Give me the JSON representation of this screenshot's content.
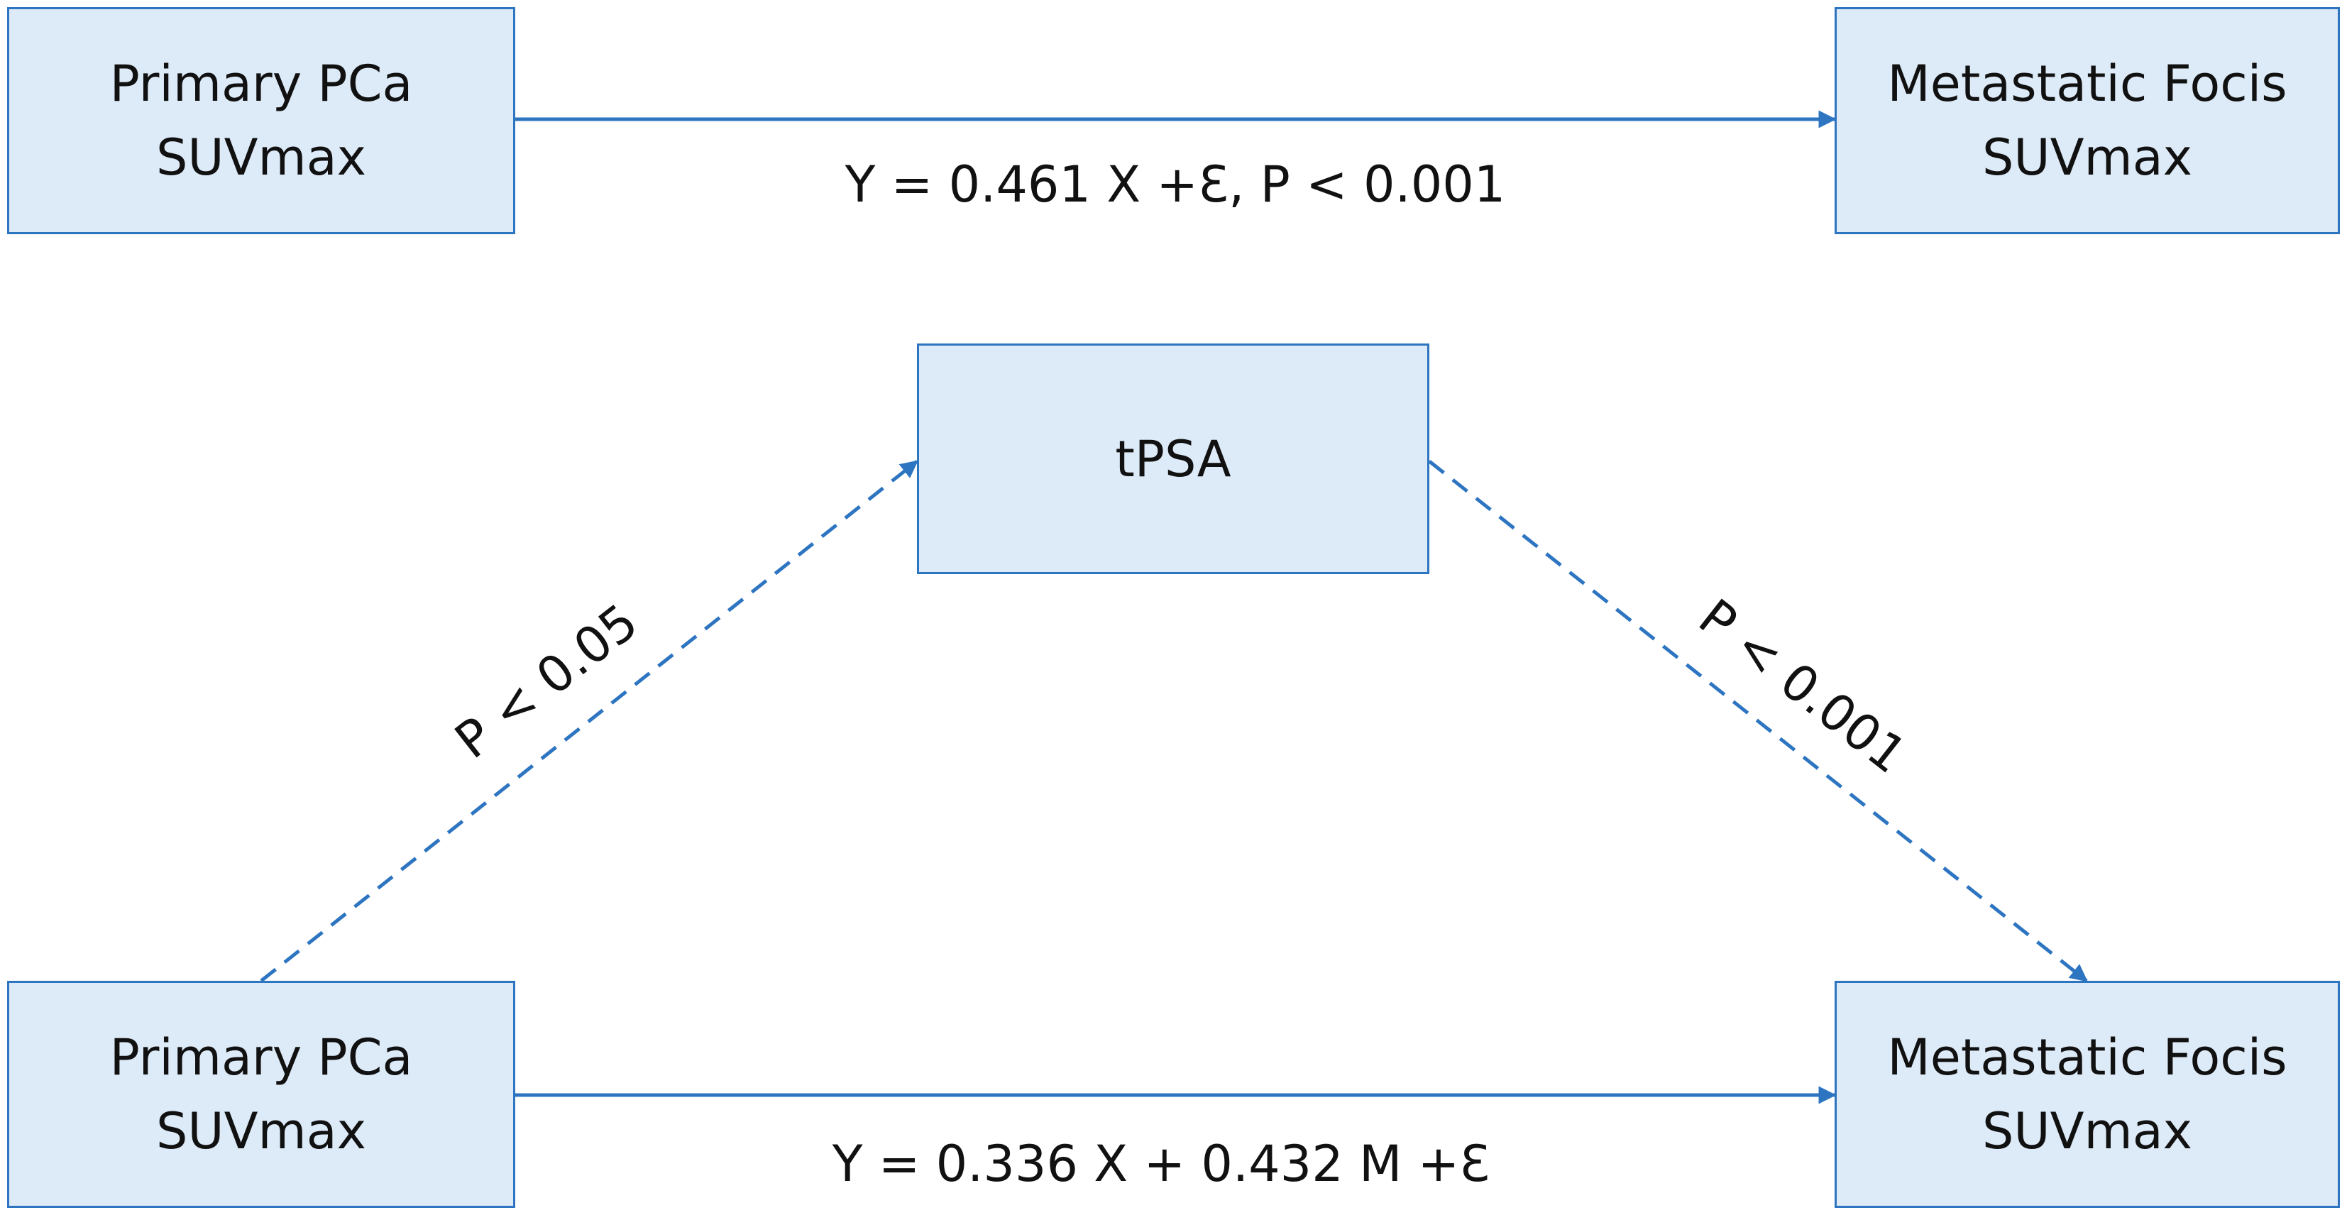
{
  "colors": {
    "box_fill": "#ddeaf7",
    "box_border": "#2e75c1",
    "arrow": "#2e75c1",
    "text": "#111111"
  },
  "top_model": {
    "x_box": {
      "line1": "Primary PCa",
      "line2": "SUVmax"
    },
    "y_box": {
      "line1": "Metastatic Focis",
      "line2": "SUVmax"
    },
    "equation": "Y = 0.461 X +Ɛ, P < 0.001"
  },
  "mediation_model": {
    "mediator_box": {
      "line1": "tPSA"
    },
    "x_box": {
      "line1": "Primary PCa",
      "line2": "SUVmax"
    },
    "y_box": {
      "line1": "Metastatic Focis",
      "line2": "SUVmax"
    },
    "path_a_label": "P < 0.05",
    "path_b_label": "P < 0.001",
    "equation": "Y = 0.336 X + 0.432 M +Ɛ"
  }
}
